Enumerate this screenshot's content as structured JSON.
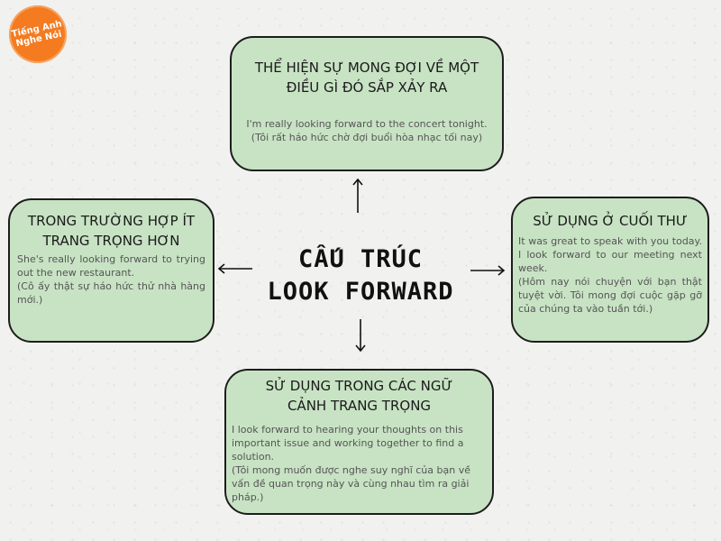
{
  "logo": {
    "line1": "Tiếng Anh",
    "line2": "Nghe Nói"
  },
  "center": {
    "line1": "CẤU TRÚC",
    "line2": "LOOK FORWARD"
  },
  "top_box": {
    "heading_line1": "THỂ HIỆN SỰ MONG ĐỢI VỀ MỘT",
    "heading_line2": "ĐIỀU GÌ ĐÓ SẮP XẢY RA",
    "example": "I'm really looking forward to the concert tonight.",
    "translation": "(Tôi rất háo hức chờ đợi buổi hòa nhạc tối nay)"
  },
  "left_box": {
    "heading_line1": "TRONG TRƯỜNG HỢP ÍT",
    "heading_line2": "TRANG TRỌNG HƠN",
    "example": "She's really looking forward to trying out the new restaurant.",
    "translation": "(Cô ấy thật sự háo hức thử nhà hàng mới.)"
  },
  "right_box": {
    "heading": "SỬ DỤNG Ở CUỐI THƯ",
    "example": "It was great to speak with you today. I look forward to our meeting next week.",
    "translation": "(Hôm nay nói chuyện với bạn thật tuyệt vời. Tôi mong đợi cuộc gặp gỡ của chúng ta vào tuần tới.)"
  },
  "bottom_box": {
    "heading_line1": "SỬ DỤNG TRONG CÁC NGỮ",
    "heading_line2": "CẢNH TRANG TRỌNG",
    "example": "I look forward to hearing your thoughts on this important issue and working together to find a solution.",
    "translation": "(Tôi mong muốn được nghe suy nghĩ của bạn về vấn đề quan trọng này và cùng nhau tìm ra giải pháp.)"
  },
  "colors": {
    "box_fill": "#c8e3c4",
    "logo": "#f47b20",
    "background": "#f1f1ef"
  }
}
